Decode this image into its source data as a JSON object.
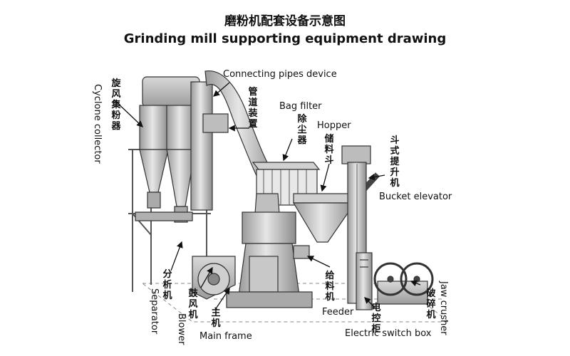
{
  "title_cn": "磨粉机配套设备示意图",
  "title_en": "Grinding mill supporting equipment drawing",
  "labels": {
    "connecting_pipes_en": "Connecting pipes device",
    "connecting_pipes_cn": "管道装置",
    "bag_filter_en": "Bag filter",
    "bag_filter_cn": "除尘器",
    "hopper_en": "Hopper",
    "hopper_cn": "储料斗",
    "bucket_elevator_en": "Bucket elevator",
    "bucket_elevator_cn": "斗式提升机",
    "cyclone_en": "Cyclone collector",
    "cyclone_cn": "旋风集粉器",
    "separator_en": "Separator",
    "separator_cn": "分析机",
    "blower_en": "Blower",
    "blower_cn": "鼓风机",
    "main_frame_en": "Main frame",
    "main_frame_cn": "主机",
    "feeder_en": "Feeder",
    "feeder_cn": "给料机",
    "switch_box_en": "Electric switch box",
    "switch_box_cn": "电控柜",
    "jaw_crusher_en": "Jaw crusher",
    "jaw_crusher_cn": "破碎机"
  }
}
